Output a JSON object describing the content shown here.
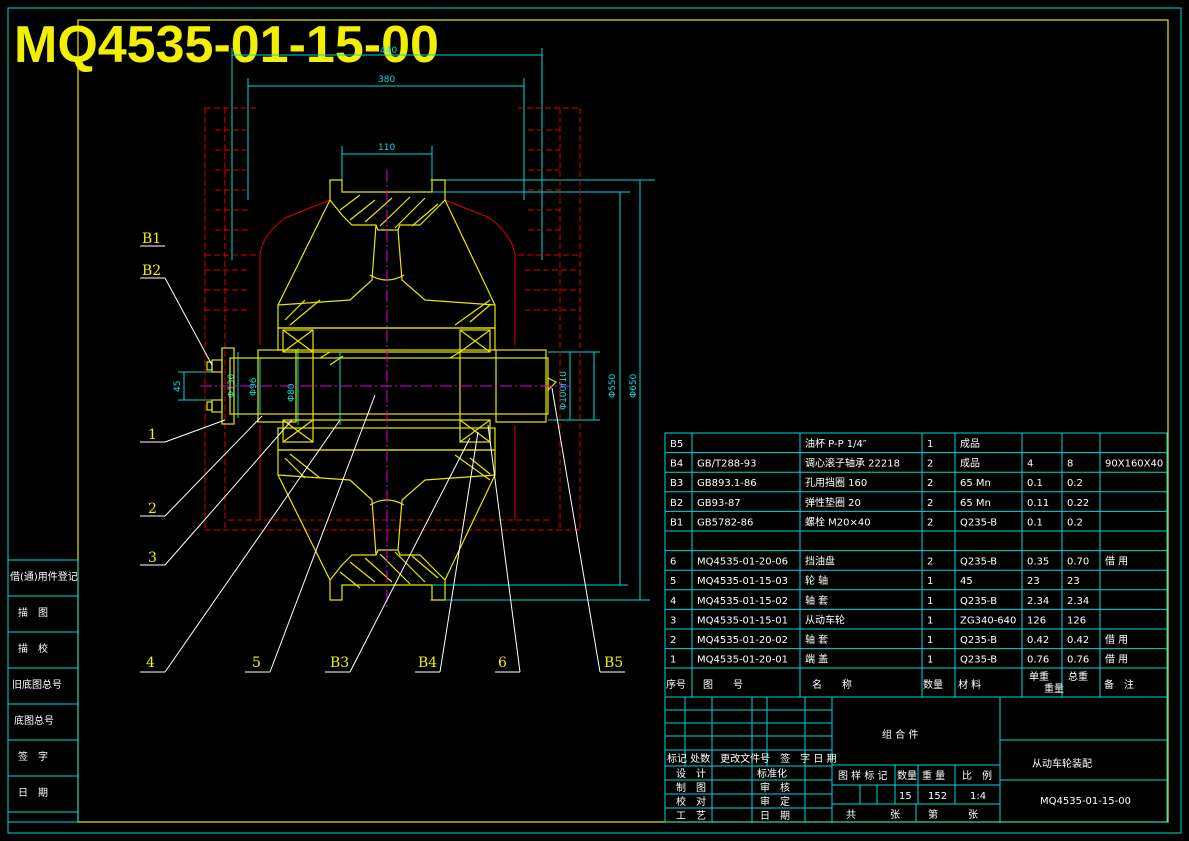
{
  "drawing_number_big": "MQ4535-01-15-00",
  "dims": {
    "d440": "440",
    "d380": "380",
    "d110": "110",
    "d45": "45",
    "phi130": "Φ130",
    "phi96": "Φ96",
    "phi80": "Φ80",
    "phi100": "Φ100f10",
    "phi550": "Φ550",
    "phi650": "Φ650"
  },
  "balloons": [
    "B1",
    "B2",
    "1",
    "2",
    "3",
    "4",
    "5",
    "B3",
    "B4",
    "6",
    "B5"
  ],
  "parts_list": [
    {
      "seq": "B5",
      "code": "",
      "name": "油杯 P-P 1/4″",
      "qty": "1",
      "material": "成品",
      "unit": "",
      "total": "",
      "note": ""
    },
    {
      "seq": "B4",
      "code": "GB/T288-93",
      "name": "调心滚子轴承 22218",
      "qty": "2",
      "material": "成品",
      "unit": "4",
      "total": "8",
      "note": "90X160X40"
    },
    {
      "seq": "B3",
      "code": "GB893.1-86",
      "name": "孔用挡圈 160",
      "qty": "2",
      "material": "65 Mn",
      "unit": "0.1",
      "total": "0.2",
      "note": ""
    },
    {
      "seq": "B2",
      "code": "GB93-87",
      "name": "弹性垫圈 20",
      "qty": "2",
      "material": "65 Mn",
      "unit": "0.11",
      "total": "0.22",
      "note": ""
    },
    {
      "seq": "B1",
      "code": "GB5782-86",
      "name": "螺栓 M20×40",
      "qty": "2",
      "material": "Q235-B",
      "unit": "0.1",
      "total": "0.2",
      "note": ""
    },
    {
      "seq": "",
      "code": "",
      "name": "",
      "qty": "",
      "material": "",
      "unit": "",
      "total": "",
      "note": ""
    },
    {
      "seq": "6",
      "code": "MQ4535-01-20-06",
      "name": "挡油盘",
      "qty": "2",
      "material": "Q235-B",
      "unit": "0.35",
      "total": "0.70",
      "note": "借 用"
    },
    {
      "seq": "5",
      "code": "MQ4535-01-15-03",
      "name": "轮 轴",
      "qty": "1",
      "material": "45",
      "unit": "23",
      "total": "23",
      "note": ""
    },
    {
      "seq": "4",
      "code": "MQ4535-01-15-02",
      "name": "轴 套",
      "qty": "1",
      "material": "Q235-B",
      "unit": "2.34",
      "total": "2.34",
      "note": ""
    },
    {
      "seq": "3",
      "code": "MQ4535-01-15-01",
      "name": "从动车轮",
      "qty": "1",
      "material": "ZG340-640",
      "unit": "126",
      "total": "126",
      "note": ""
    },
    {
      "seq": "2",
      "code": "MQ4535-01-20-02",
      "name": "轴 套",
      "qty": "1",
      "material": "Q235-B",
      "unit": "0.42",
      "total": "0.42",
      "note": "借 用"
    },
    {
      "seq": "1",
      "code": "MQ4535-01-20-01",
      "name": "端 盖",
      "qty": "1",
      "material": "Q235-B",
      "unit": "0.76",
      "total": "0.76",
      "note": "借 用"
    }
  ],
  "parts_header": {
    "seq": "序号",
    "code": "图　　号",
    "name": "名　　称",
    "qty": "数量",
    "material": "材 料",
    "unit_top": "单重",
    "total_top": "总重",
    "weight": "重量",
    "note": "备　注"
  },
  "title_block": {
    "group": "组 合 件",
    "title": "从动车轮装配",
    "number": "MQ4535-01-15-00",
    "rev_header": "标记 处数　更改文件号　签　字 日 期",
    "roles_left": [
      "设　计",
      "制　图",
      "校　对",
      "工　艺"
    ],
    "roles_right": [
      "标准化",
      "审　核",
      "审　定",
      "日　期"
    ],
    "stage_header": [
      "图 样 标 记",
      "数量",
      "重 量",
      "比　例"
    ],
    "qty": "15",
    "weight": "152",
    "scale": "1:4",
    "sheets_total": "共",
    "sheets_label": "张",
    "sheet_no": "第",
    "sheet_label": "张"
  },
  "left_strip": [
    "借(通)用件登记",
    "描　图",
    "描　校",
    "旧底图总号",
    "底图总号",
    "签　字",
    "日　期"
  ]
}
